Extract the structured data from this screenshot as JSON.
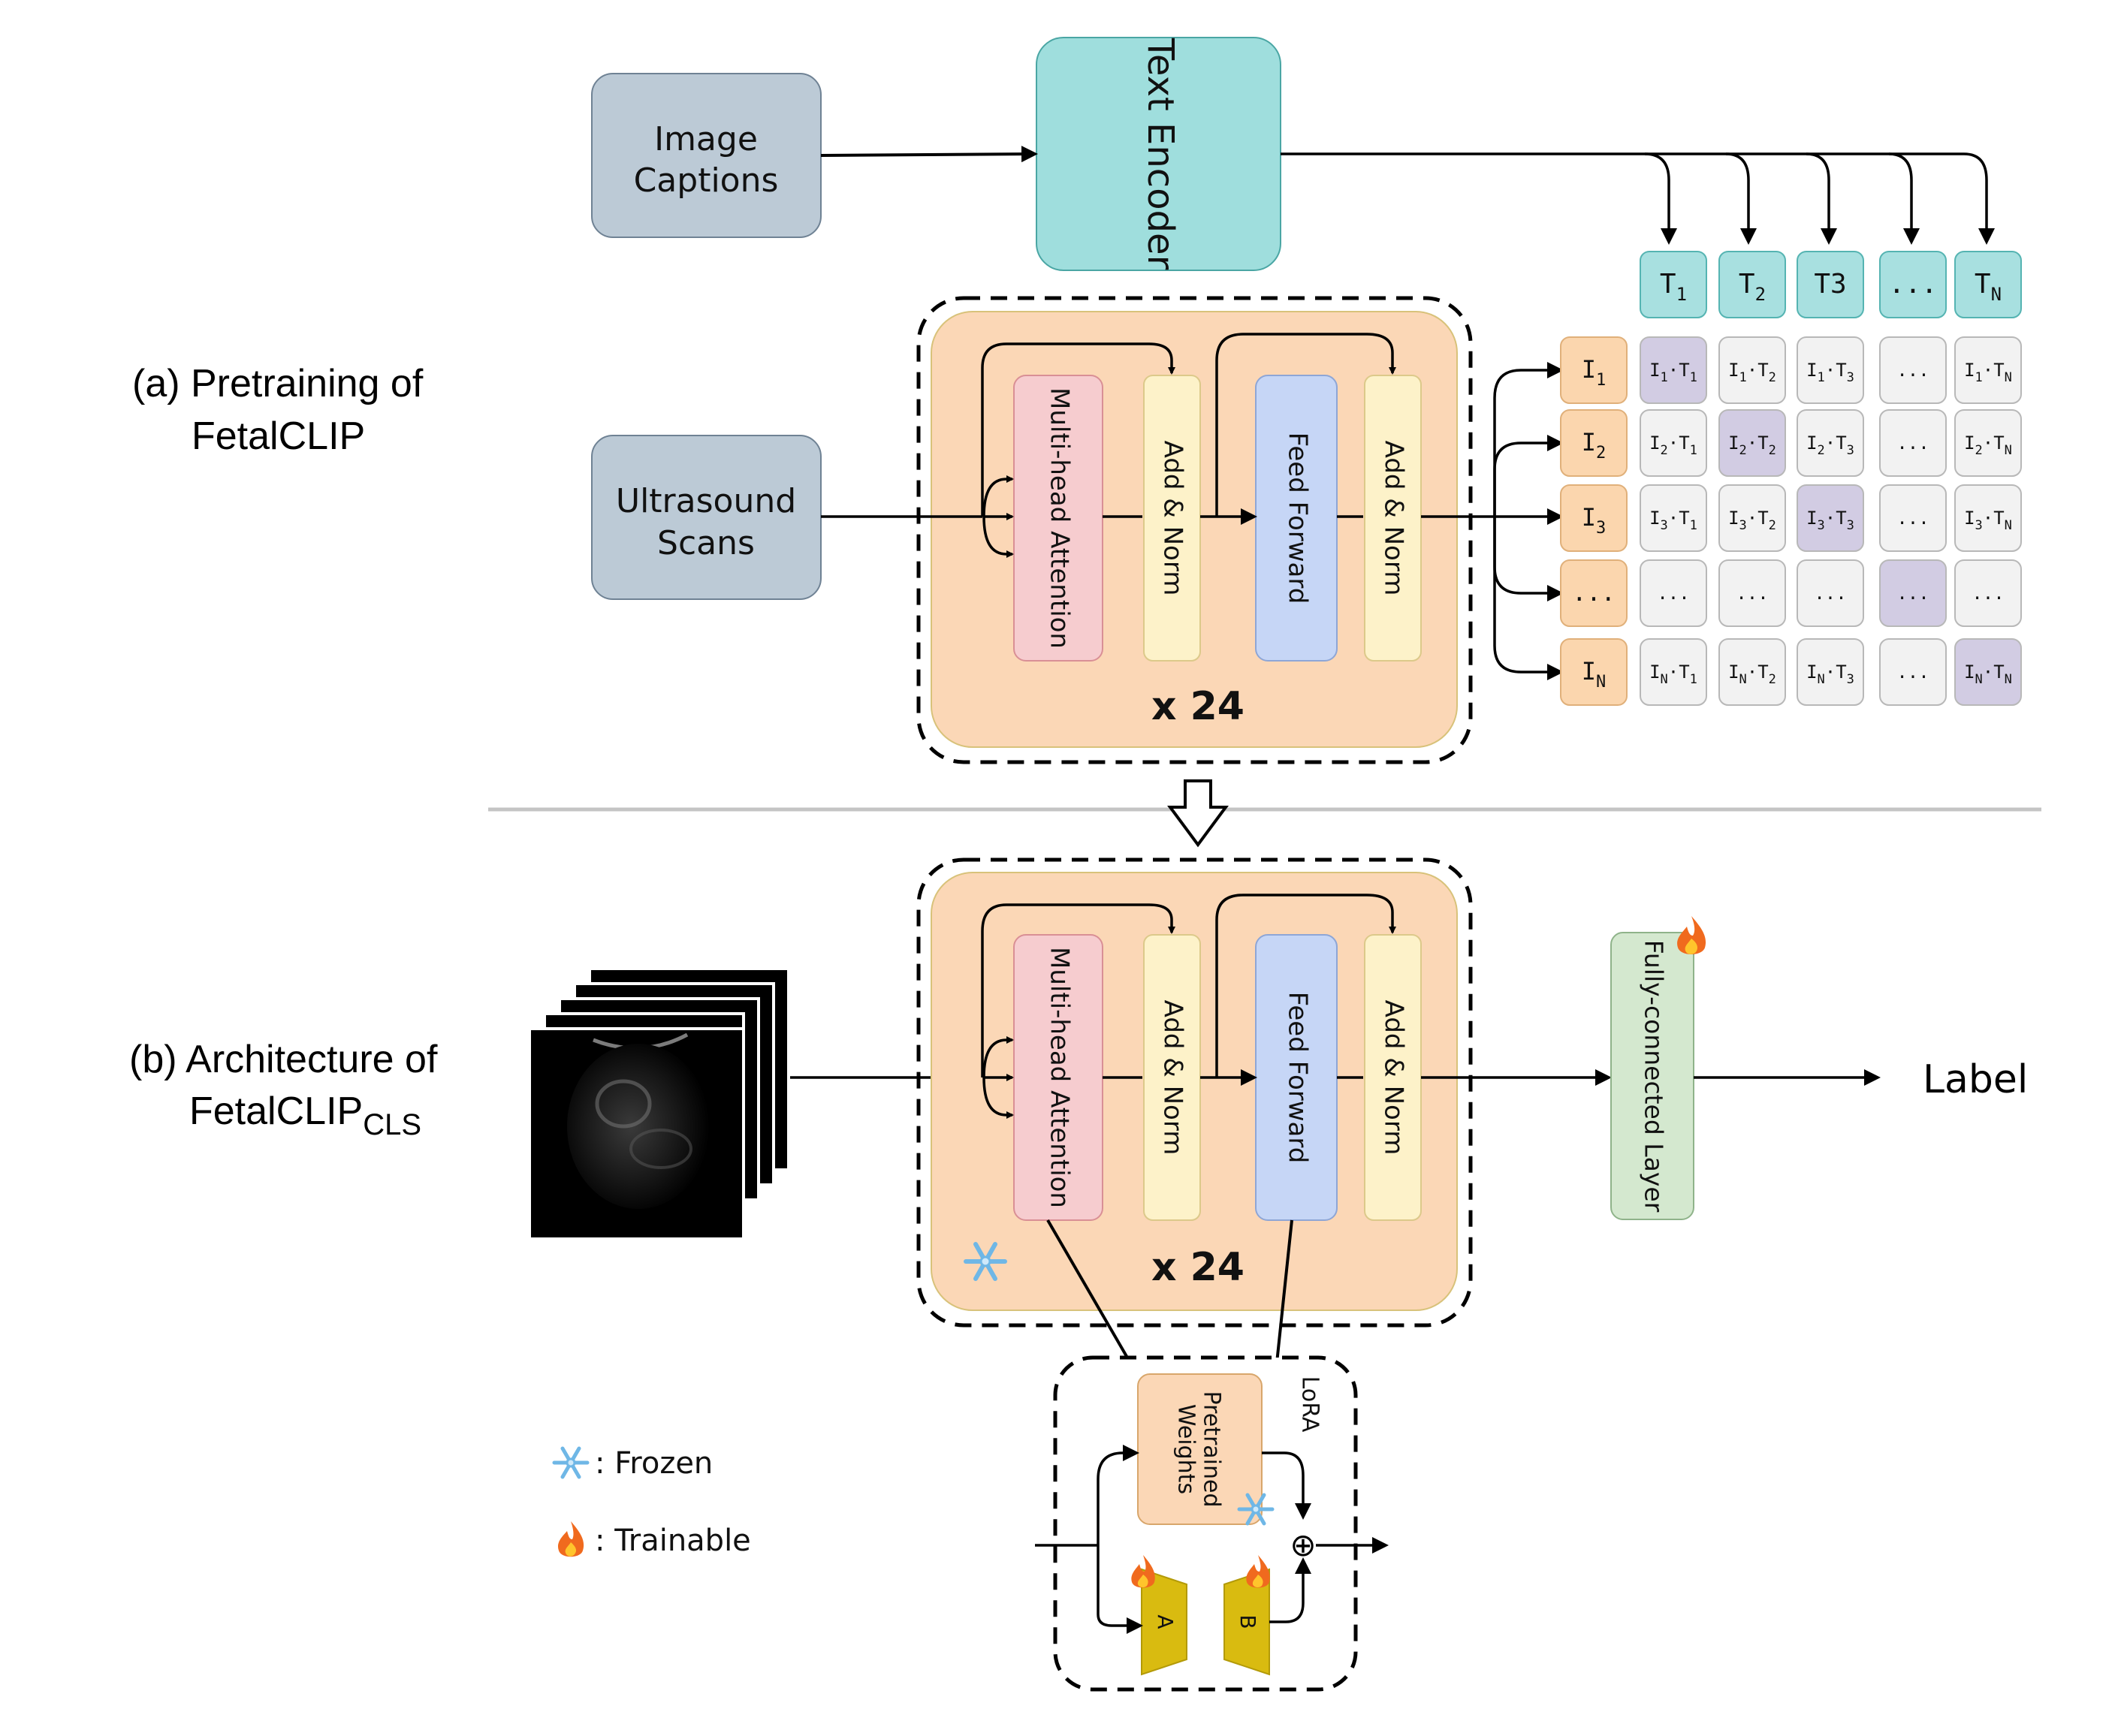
{
  "section_a": {
    "label_line1": "(a) Pretraining of",
    "label_line2": "FetalCLIP"
  },
  "section_b": {
    "label_line1": "(b) Architecture of",
    "label_line2_main": "FetalCLIP",
    "label_line2_sub": "CLS"
  },
  "inputs": {
    "image_captions_line1": "Image",
    "image_captions_line2": "Captions",
    "ultrasound_line1": "Ultrasound",
    "ultrasound_line2": "Scans"
  },
  "text_encoder": "Text Encoder",
  "transformer": {
    "attention": "Multi-head Attention",
    "add_norm": "Add & Norm",
    "feed_forward": "Feed Forward",
    "repeat": "x 24"
  },
  "text_tokens": [
    {
      "main": "T",
      "sub": "1"
    },
    {
      "main": "T",
      "sub": "2"
    },
    {
      "main": "T3",
      "sub": ""
    },
    {
      "main": "...",
      "sub": ""
    },
    {
      "main": "T",
      "sub": "N"
    }
  ],
  "image_tokens": [
    {
      "main": "I",
      "sub": "1"
    },
    {
      "main": "I",
      "sub": "2"
    },
    {
      "main": "I",
      "sub": "3"
    },
    {
      "main": "...",
      "sub": ""
    },
    {
      "main": "I",
      "sub": "N"
    }
  ],
  "fc_layer": "Fully-connected Layer",
  "output_label": "Label",
  "lora": {
    "title": "LoRA",
    "weights_line1": "Pretrained",
    "weights_line2": "Weights",
    "a": "A",
    "b": "B",
    "plus": "⊕"
  },
  "legend": {
    "frozen": ": Frozen",
    "trainable": ": Trainable"
  },
  "colors": {
    "input_box": "#bccad6",
    "text_encoder": "#9fdedd",
    "token_t": "#a8e0e0",
    "token_i": "#fbd6ae",
    "matrix_cell": "#f2f2f2",
    "matrix_diag": "#d2cce3",
    "encoder_bg": "#fbd7b6",
    "attention": "#f6cccf",
    "add_norm": "#fdf2c9",
    "feed_forward": "#c6d6f6",
    "fc_layer": "#d4e8cf",
    "lora_bg": "#fbd7b6",
    "lora_trap": "#d9bb10"
  }
}
